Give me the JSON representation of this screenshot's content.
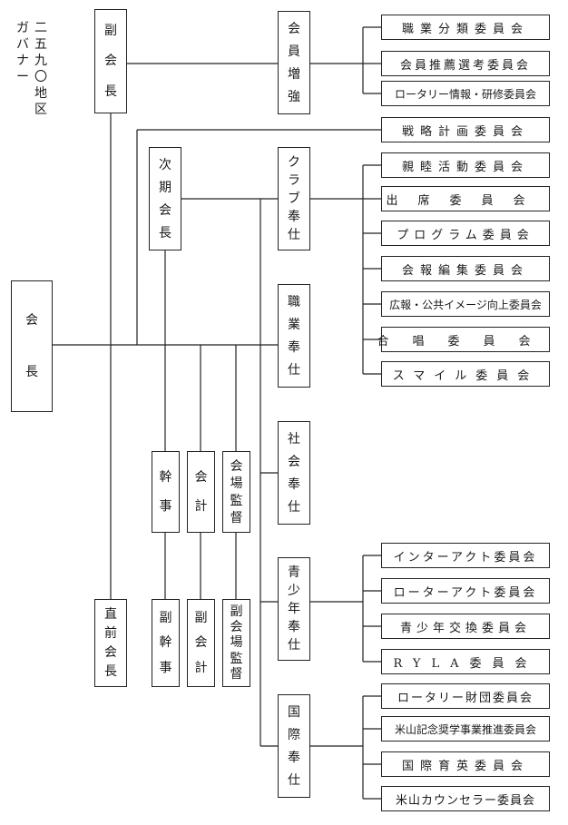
{
  "district": {
    "line1": "二五九〇地区",
    "line2": "ガバナー"
  },
  "officers": {
    "vice_president": "副会長",
    "president_elect": "次期会長",
    "president": "会長",
    "secretary": "幹事",
    "treasurer": "会計",
    "sergeant": "会場監督",
    "past_president": "直前会長",
    "vice_secretary": "副幹事",
    "vice_treasurer": "副会計",
    "vice_sergeant": "副会場監督"
  },
  "avenues": {
    "membership": "会員増強",
    "club": "クラブ奉仕",
    "vocational": "職業奉仕",
    "community": "社会奉仕",
    "youth": "青少年奉仕",
    "international": "国際奉仕"
  },
  "committees": {
    "membership": [
      "職業分類委員会",
      "会員推薦選考委員会",
      "ロータリー情報・研修委員会"
    ],
    "strategic": "戦略計画委員会",
    "club": [
      "親睦活動委員会",
      "出席委員会",
      "プログラム委員会",
      "会報編集委員会",
      "広報・公共イメージ向上委員会",
      "合唱委員会",
      "スマイル委員会"
    ],
    "youth": [
      "インターアクト委員会",
      "ローターアクト委員会",
      "青少年交換委員会",
      "RYLA委員会"
    ],
    "international": [
      "ロータリー財団委員会",
      "米山記念奨学事業推進委員会",
      "国際育英委員会",
      "米山カウンセラー委員会"
    ]
  }
}
